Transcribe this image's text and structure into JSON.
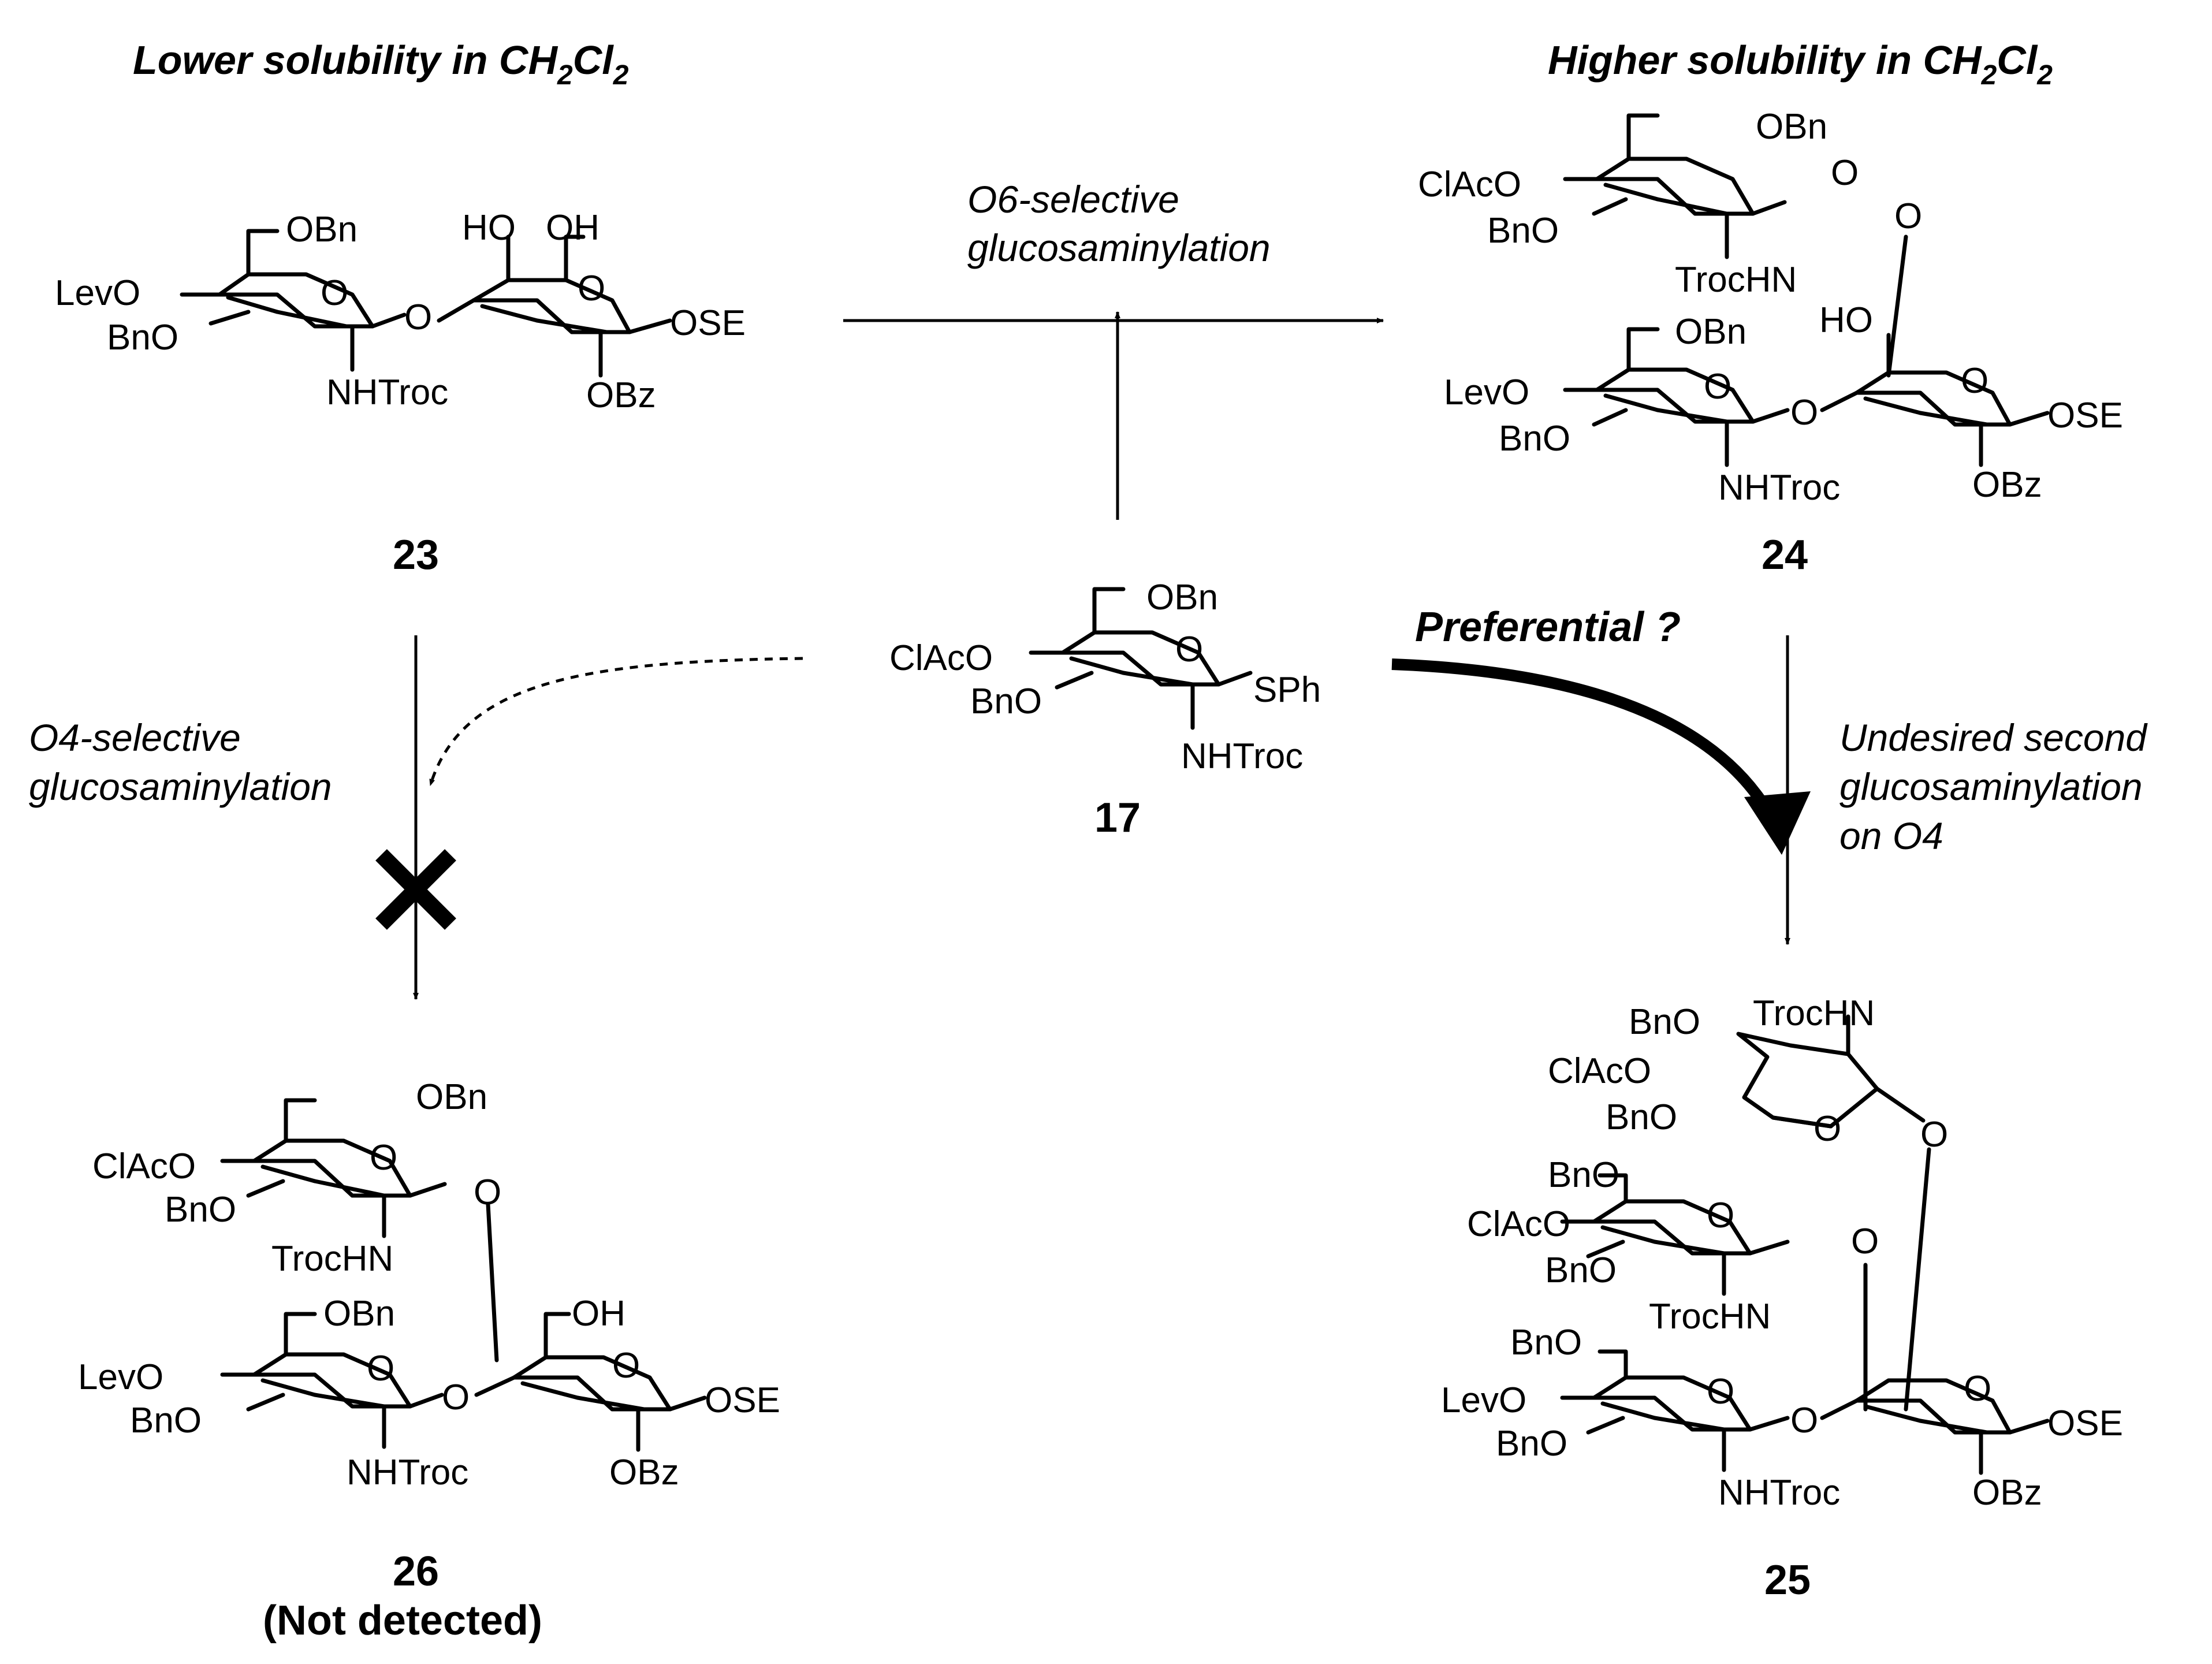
{
  "headers": {
    "lower_prefix": "Lower solubility in CH",
    "lower_sub1": "2",
    "lower_mid": "Cl",
    "lower_sub2": "2",
    "higher_prefix": "Higher solubility in CH",
    "higher_sub1": "2",
    "higher_mid": "Cl",
    "higher_sub2": "2"
  },
  "reactions": {
    "o6_line1": "O6-selective",
    "o6_line2": "glucosaminylation",
    "o4_line1": "O4-selective",
    "o4_line2": "glucosaminylation",
    "preferential": "Preferential ?",
    "undesired_line1": "Undesired second",
    "undesired_line2": "glucosaminylation",
    "undesired_line3": "on O4"
  },
  "compounds": {
    "c23": {
      "number": "23",
      "labels": {
        "obn": "OBn",
        "levo": "LevO",
        "bno": "BnO",
        "nhtroc": "NHTroc",
        "o_link": "O",
        "ho": "HO",
        "oh": "OH",
        "ose": "OSE",
        "obz": "OBz",
        "ring_o1": "O",
        "ring_o2": "O"
      }
    },
    "c24": {
      "number": "24",
      "labels": {
        "obn_top": "OBn",
        "clacoo": "ClAcO",
        "bno_top": "BnO",
        "trochn": "TrocHN",
        "o_link_top": "O",
        "obn_mid": "OBn",
        "ho": "HO",
        "levo": "LevO",
        "bno": "BnO",
        "nhtroc": "NHTroc",
        "o_link": "O",
        "ose": "OSE",
        "obz": "OBz",
        "ring_o1": "O",
        "ring_o2": "O",
        "ring_o3": "O"
      }
    },
    "c17": {
      "number": "17",
      "labels": {
        "obn": "OBn",
        "clacoo": "ClAcO",
        "bno": "BnO",
        "sph": "SPh",
        "nhtroc": "NHTroc",
        "ring_o": "O"
      }
    },
    "c26": {
      "number": "26",
      "note": "(Not detected)",
      "labels": {
        "obn_top": "OBn",
        "clacoo": "ClAcO",
        "bno_top": "BnO",
        "trochn": "TrocHN",
        "o_link_top": "O",
        "obn_mid": "OBn",
        "oh": "OH",
        "levo": "LevO",
        "bno": "BnO",
        "nhtroc": "NHTroc",
        "o_link": "O",
        "ose": "OSE",
        "obz": "OBz",
        "ring_o1": "O",
        "ring_o2": "O",
        "ring_o3": "O"
      }
    },
    "c25": {
      "number": "25",
      "labels": {
        "bno_a": "BnO",
        "trochn_a": "TrocHN",
        "clacoo_a": "ClAcO",
        "bno_b": "BnO",
        "o_a": "O",
        "o_link_a": "O",
        "bno_c": "BnO",
        "clacoo_b": "ClAcO",
        "bno_d": "BnO",
        "trochn_b": "TrocHN",
        "o_link_b": "O",
        "bno_e": "BnO",
        "levo": "LevO",
        "bno_f": "BnO",
        "nhtroc": "NHTroc",
        "o_link_c": "O",
        "ose": "OSE",
        "obz": "OBz",
        "ring_o1": "O",
        "ring_o2": "O",
        "ring_o3": "O"
      }
    }
  },
  "colors": {
    "ink": "#000000",
    "background": "#ffffff"
  }
}
